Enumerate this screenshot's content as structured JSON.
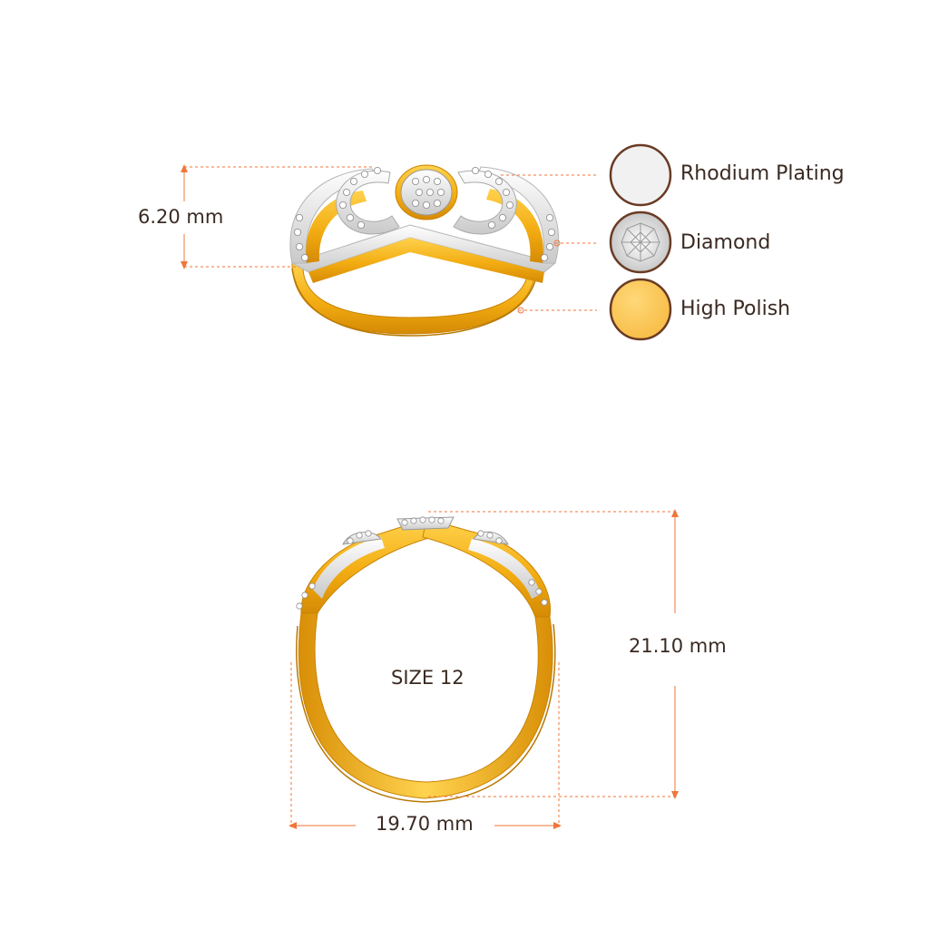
{
  "dimensions": {
    "top_height": "6.20 mm",
    "side_height": "21.10 mm",
    "side_width": "19.70 mm"
  },
  "ring_size": "SIZE 12",
  "legend": [
    {
      "label": "Rhodium Plating",
      "icon": "rhodium-swatch-icon",
      "color": "#efefef"
    },
    {
      "label": "Diamond",
      "icon": "diamond-swatch-icon",
      "color": "#e6e6e6"
    },
    {
      "label": "High Polish",
      "icon": "gold-swatch-icon",
      "color": "#fbc859"
    }
  ],
  "colors": {
    "dimension_line": "#f0763a",
    "text": "#3a2a22",
    "swatch_border": "#6a3b24",
    "gold": "#f5b51f",
    "gold_dark": "#d98f07",
    "rhodium": "#e9e9e9"
  }
}
